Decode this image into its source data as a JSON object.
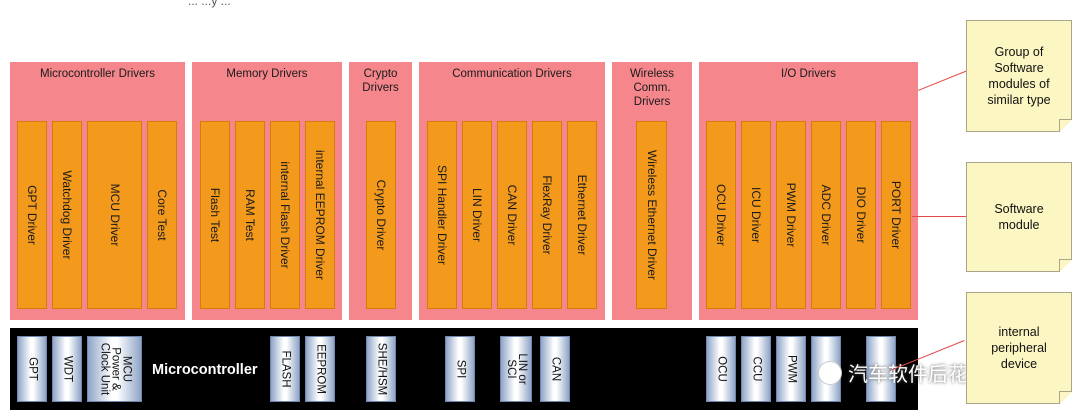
{
  "groups": [
    {
      "id": "g1",
      "title": "Microcontroller Drivers"
    },
    {
      "id": "g2",
      "title": "Memory Drivers"
    },
    {
      "id": "g3",
      "title": "Crypto\nDrivers"
    },
    {
      "id": "g4",
      "title": "Communication Drivers"
    },
    {
      "id": "g5",
      "title": "Wireless\nComm.\nDrivers"
    },
    {
      "id": "g6",
      "title": "I/O Drivers"
    }
  ],
  "modules": [
    "GPT Driver",
    "Watchdog Driver",
    "MCU Driver",
    "Core Test",
    "Flash Test",
    "RAM Test",
    "internal Flash Driver",
    "internal EEPROM Driver",
    "Crypto Driver",
    "SPI Handler Driver",
    "LIN Driver",
    "CAN Driver",
    "FlexRay Driver",
    "Ethernet Driver",
    "Wireless Ethernet Driver",
    "OCU Driver",
    "ICU Driver",
    "PWM Driver",
    "ADC Driver",
    "DIO Driver",
    "PORT Driver"
  ],
  "microcontroller": {
    "label": "Microcontroller",
    "peripherals": [
      "GPT",
      "WDT",
      "MCU\nPower &\nClock Unit",
      "FLASH",
      "EEPROM",
      "SHE/HSM",
      "SPI",
      "LIN or\nSCI",
      "CAN",
      "OCU",
      "CCU",
      "PWM",
      "",
      ""
    ]
  },
  "notes": {
    "group": "Group of\nSoftware\nmodules of\nsimilar type",
    "module": "Software\nmodule",
    "peripheral": "internal\nperipheral\ndevice"
  },
  "watermark": "汽车软件后花园",
  "top_fragment": "... ...y ...",
  "colors": {
    "group": "#f4868c",
    "module": "#f39a1d",
    "note": "#fbf6c2",
    "connector": "#e34a4a"
  }
}
